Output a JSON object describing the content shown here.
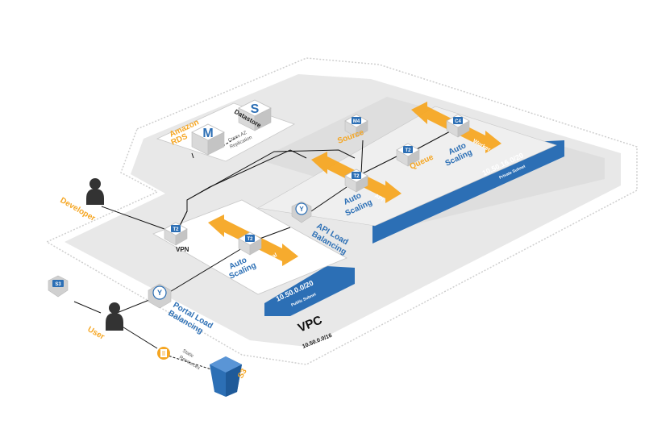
{
  "labels": {
    "developer": "Developer",
    "user": "User",
    "vpc": "VPC",
    "vpc_cidr": "10.50.0.0/16",
    "public_cidr": "10.50.0.0/20",
    "public_subnet": "Public Subnet",
    "private_cidr": "10.50.16.0/20",
    "private_subnet": "Private Subnet",
    "vpn": "VPN",
    "portal": "Portal",
    "api": "API",
    "queue": "Queue",
    "worker": "Worker",
    "source": "Source",
    "datastore": "Datastore",
    "amazon_rds_1": "Amazon",
    "amazon_rds_2": "RDS",
    "cross_az_1": "Cross AZ",
    "cross_az_2": "Replication",
    "auto_scaling_1": "Auto",
    "auto_scaling_2": "Scaling",
    "api_lb_1": "API Load",
    "api_lb_2": "Balancing",
    "portal_lb_1": "Portal Load",
    "portal_lb_2": "Balancing",
    "static_1": "Static",
    "static_2": "Resources",
    "s3": "S3"
  },
  "chips": {
    "t2": "T2",
    "m4": "M4",
    "c4": "C4",
    "rds_m": "M",
    "rds_s": "S",
    "s3_small": "S3"
  },
  "colors": {
    "orange": "#f5a623",
    "blue": "#2c6fb5",
    "floor": "#e6e6e6",
    "shadow": "#d0d0d0"
  }
}
